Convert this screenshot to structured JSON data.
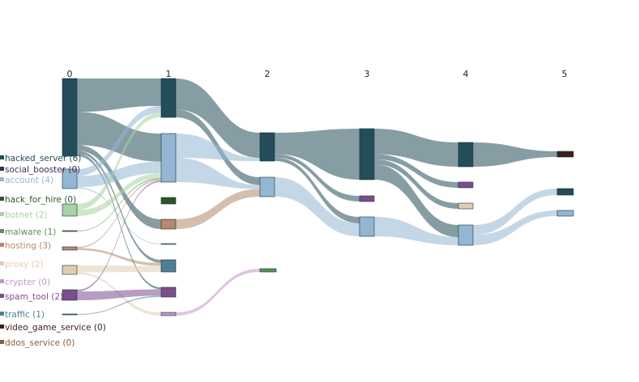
{
  "chart_data": {
    "type": "sankey",
    "stages": [
      "0",
      "1",
      "2",
      "3",
      "4",
      "5"
    ],
    "legend": [
      {
        "label": "hacked_server (6)",
        "color": "#234d5a"
      },
      {
        "label": "social_booster (0)",
        "color": "#3d2b57"
      },
      {
        "label": "account (4)",
        "color": "#93b7d3"
      },
      {
        "label": "hack_for_hire (0)",
        "color": "#2e5527"
      },
      {
        "label": "botnet (2)",
        "color": "#a6d3a1"
      },
      {
        "label": "malware (1)",
        "color": "#5d8f59"
      },
      {
        "label": "hosting (3)",
        "color": "#b5896b"
      },
      {
        "label": "proxy (2)",
        "color": "#e0cdb3"
      },
      {
        "label": "crypter (0)",
        "color": "#c296c9"
      },
      {
        "label": "spam_tool (2)",
        "color": "#7b4d8c"
      },
      {
        "label": "traffic (1)",
        "color": "#4f7f97"
      },
      {
        "label": "video_game_service (0)",
        "color": "#3b1f19"
      },
      {
        "label": "ddos_service (0)",
        "color": "#8a5a3f"
      }
    ],
    "nodes": [
      {
        "id": "s0_hacked_server",
        "stage": 0,
        "category": "hacked_server"
      },
      {
        "id": "s0_account",
        "stage": 0,
        "category": "account"
      },
      {
        "id": "s0_malware",
        "stage": 0,
        "category": "malware"
      },
      {
        "id": "s0_botnet",
        "stage": 0,
        "category": "botnet"
      },
      {
        "id": "s0_hosting",
        "stage": 0,
        "category": "hosting"
      },
      {
        "id": "s0_proxy",
        "stage": 0,
        "category": "proxy"
      },
      {
        "id": "s0_spam_tool",
        "stage": 0,
        "category": "spam_tool"
      },
      {
        "id": "s0_traffic",
        "stage": 0,
        "category": "traffic"
      },
      {
        "id": "s1_hacked_server",
        "stage": 1,
        "category": "hacked_server"
      },
      {
        "id": "s1_account",
        "stage": 1,
        "category": "account"
      },
      {
        "id": "s1_hack_for_hire",
        "stage": 1,
        "category": "hack_for_hire"
      },
      {
        "id": "s1_hosting",
        "stage": 1,
        "category": "hosting"
      },
      {
        "id": "s1_small",
        "stage": 1,
        "category": "account"
      },
      {
        "id": "s1_traffic",
        "stage": 1,
        "category": "traffic"
      },
      {
        "id": "s1_spam_tool",
        "stage": 1,
        "category": "spam_tool"
      },
      {
        "id": "s1_crypter",
        "stage": 1,
        "category": "crypter"
      },
      {
        "id": "s2_hacked_server",
        "stage": 2,
        "category": "hacked_server"
      },
      {
        "id": "s2_account",
        "stage": 2,
        "category": "account"
      },
      {
        "id": "s2_malware",
        "stage": 2,
        "category": "malware"
      },
      {
        "id": "s3_hacked_server",
        "stage": 3,
        "category": "hacked_server"
      },
      {
        "id": "s3_spam_tool",
        "stage": 3,
        "category": "spam_tool"
      },
      {
        "id": "s3_account",
        "stage": 3,
        "category": "account"
      },
      {
        "id": "s4_hacked_server",
        "stage": 4,
        "category": "hacked_server"
      },
      {
        "id": "s4_spam_tool",
        "stage": 4,
        "category": "spam_tool"
      },
      {
        "id": "s4_proxy",
        "stage": 4,
        "category": "proxy"
      },
      {
        "id": "s4_account",
        "stage": 4,
        "category": "account"
      },
      {
        "id": "s5_video_game_service",
        "stage": 5,
        "category": "video_game_service"
      },
      {
        "id": "s5_hacked_server",
        "stage": 5,
        "category": "hacked_server"
      },
      {
        "id": "s5_account",
        "stage": 5,
        "category": "account"
      }
    ],
    "links": [
      {
        "source": "s0_hacked_server",
        "target": "s1_hacked_server",
        "value": 6,
        "color": "#234d5a"
      },
      {
        "source": "s0_hacked_server",
        "target": "s1_account",
        "value": 6,
        "color": "#234d5a"
      },
      {
        "source": "s0_hacked_server",
        "target": "s1_hosting",
        "value": 1,
        "color": "#234d5a"
      },
      {
        "source": "s0_hacked_server",
        "target": "s1_traffic",
        "value": 0.5,
        "color": "#234d5a"
      },
      {
        "source": "s0_hacked_server",
        "target": "s1_spam_tool",
        "value": 0.5,
        "color": "#234d5a"
      },
      {
        "source": "s0_account",
        "target": "s1_hacked_server",
        "value": 1.5,
        "color": "#93b7d3"
      },
      {
        "source": "s0_account",
        "target": "s1_account",
        "value": 2.5,
        "color": "#93b7d3"
      },
      {
        "source": "s0_account",
        "target": "s1_small",
        "value": 0.3,
        "color": "#93b7d3"
      },
      {
        "source": "s0_malware",
        "target": "s1_account",
        "value": 0.3,
        "color": "#5d8f59"
      },
      {
        "source": "s0_botnet",
        "target": "s1_hacked_server",
        "value": 1,
        "color": "#a6d3a1"
      },
      {
        "source": "s0_botnet",
        "target": "s1_account",
        "value": 1,
        "color": "#a6d3a1"
      },
      {
        "source": "s0_hosting",
        "target": "s1_account",
        "value": 0.3,
        "color": "#b5896b"
      },
      {
        "source": "s0_hosting",
        "target": "s1_traffic",
        "value": 0.5,
        "color": "#b5896b"
      },
      {
        "source": "s0_proxy",
        "target": "s1_traffic",
        "value": 1,
        "color": "#e0cdb3"
      },
      {
        "source": "s0_proxy",
        "target": "s1_crypter",
        "value": 0.3,
        "color": "#e0cdb3"
      },
      {
        "source": "s0_spam_tool",
        "target": "s1_account",
        "value": 0.3,
        "color": "#7b4d8c"
      },
      {
        "source": "s0_spam_tool",
        "target": "s1_spam_tool",
        "value": 1.5,
        "color": "#7b4d8c"
      },
      {
        "source": "s0_traffic",
        "target": "s1_spam_tool",
        "value": 0.3,
        "color": "#4f7f97"
      },
      {
        "source": "s1_hacked_server",
        "target": "s2_hacked_server",
        "value": 4,
        "color": "#234d5a"
      },
      {
        "source": "s1_hacked_server",
        "target": "s2_account",
        "value": 1,
        "color": "#234d5a"
      },
      {
        "source": "s1_account",
        "target": "s2_hacked_server",
        "value": 0.5,
        "color": "#93b7d3"
      },
      {
        "source": "s1_account",
        "target": "s2_account",
        "value": 0.5,
        "color": "#93b7d3"
      },
      {
        "source": "s1_hosting",
        "target": "s2_account",
        "value": 1,
        "color": "#b5896b"
      },
      {
        "source": "s1_crypter",
        "target": "s2_malware",
        "value": 0.5,
        "color": "#c296c9"
      },
      {
        "source": "s2_hacked_server",
        "target": "s3_hacked_server",
        "value": 3,
        "color": "#234d5a"
      },
      {
        "source": "s2_hacked_server",
        "target": "s3_spam_tool",
        "value": 0.5,
        "color": "#234d5a"
      },
      {
        "source": "s2_hacked_server",
        "target": "s3_account",
        "value": 0.5,
        "color": "#234d5a"
      },
      {
        "source": "s2_account",
        "target": "s3_account",
        "value": 1,
        "color": "#93b7d3"
      },
      {
        "source": "s3_hacked_server",
        "target": "s4_hacked_server",
        "value": 2.5,
        "color": "#234d5a"
      },
      {
        "source": "s3_hacked_server",
        "target": "s4_spam_tool",
        "value": 0.5,
        "color": "#234d5a"
      },
      {
        "source": "s3_hacked_server",
        "target": "s4_proxy",
        "value": 0.5,
        "color": "#234d5a"
      },
      {
        "source": "s3_hacked_server",
        "target": "s4_account",
        "value": 1.5,
        "color": "#234d5a"
      },
      {
        "source": "s3_account",
        "target": "s4_account",
        "value": 1,
        "color": "#93b7d3"
      },
      {
        "source": "s4_hacked_server",
        "target": "s5_video_game_service",
        "value": 0.5,
        "color": "#234d5a"
      },
      {
        "source": "s4_account",
        "target": "s5_hacked_server",
        "value": 0.5,
        "color": "#93b7d3"
      },
      {
        "source": "s4_account",
        "target": "s5_account",
        "value": 0.5,
        "color": "#93b7d3"
      }
    ]
  }
}
